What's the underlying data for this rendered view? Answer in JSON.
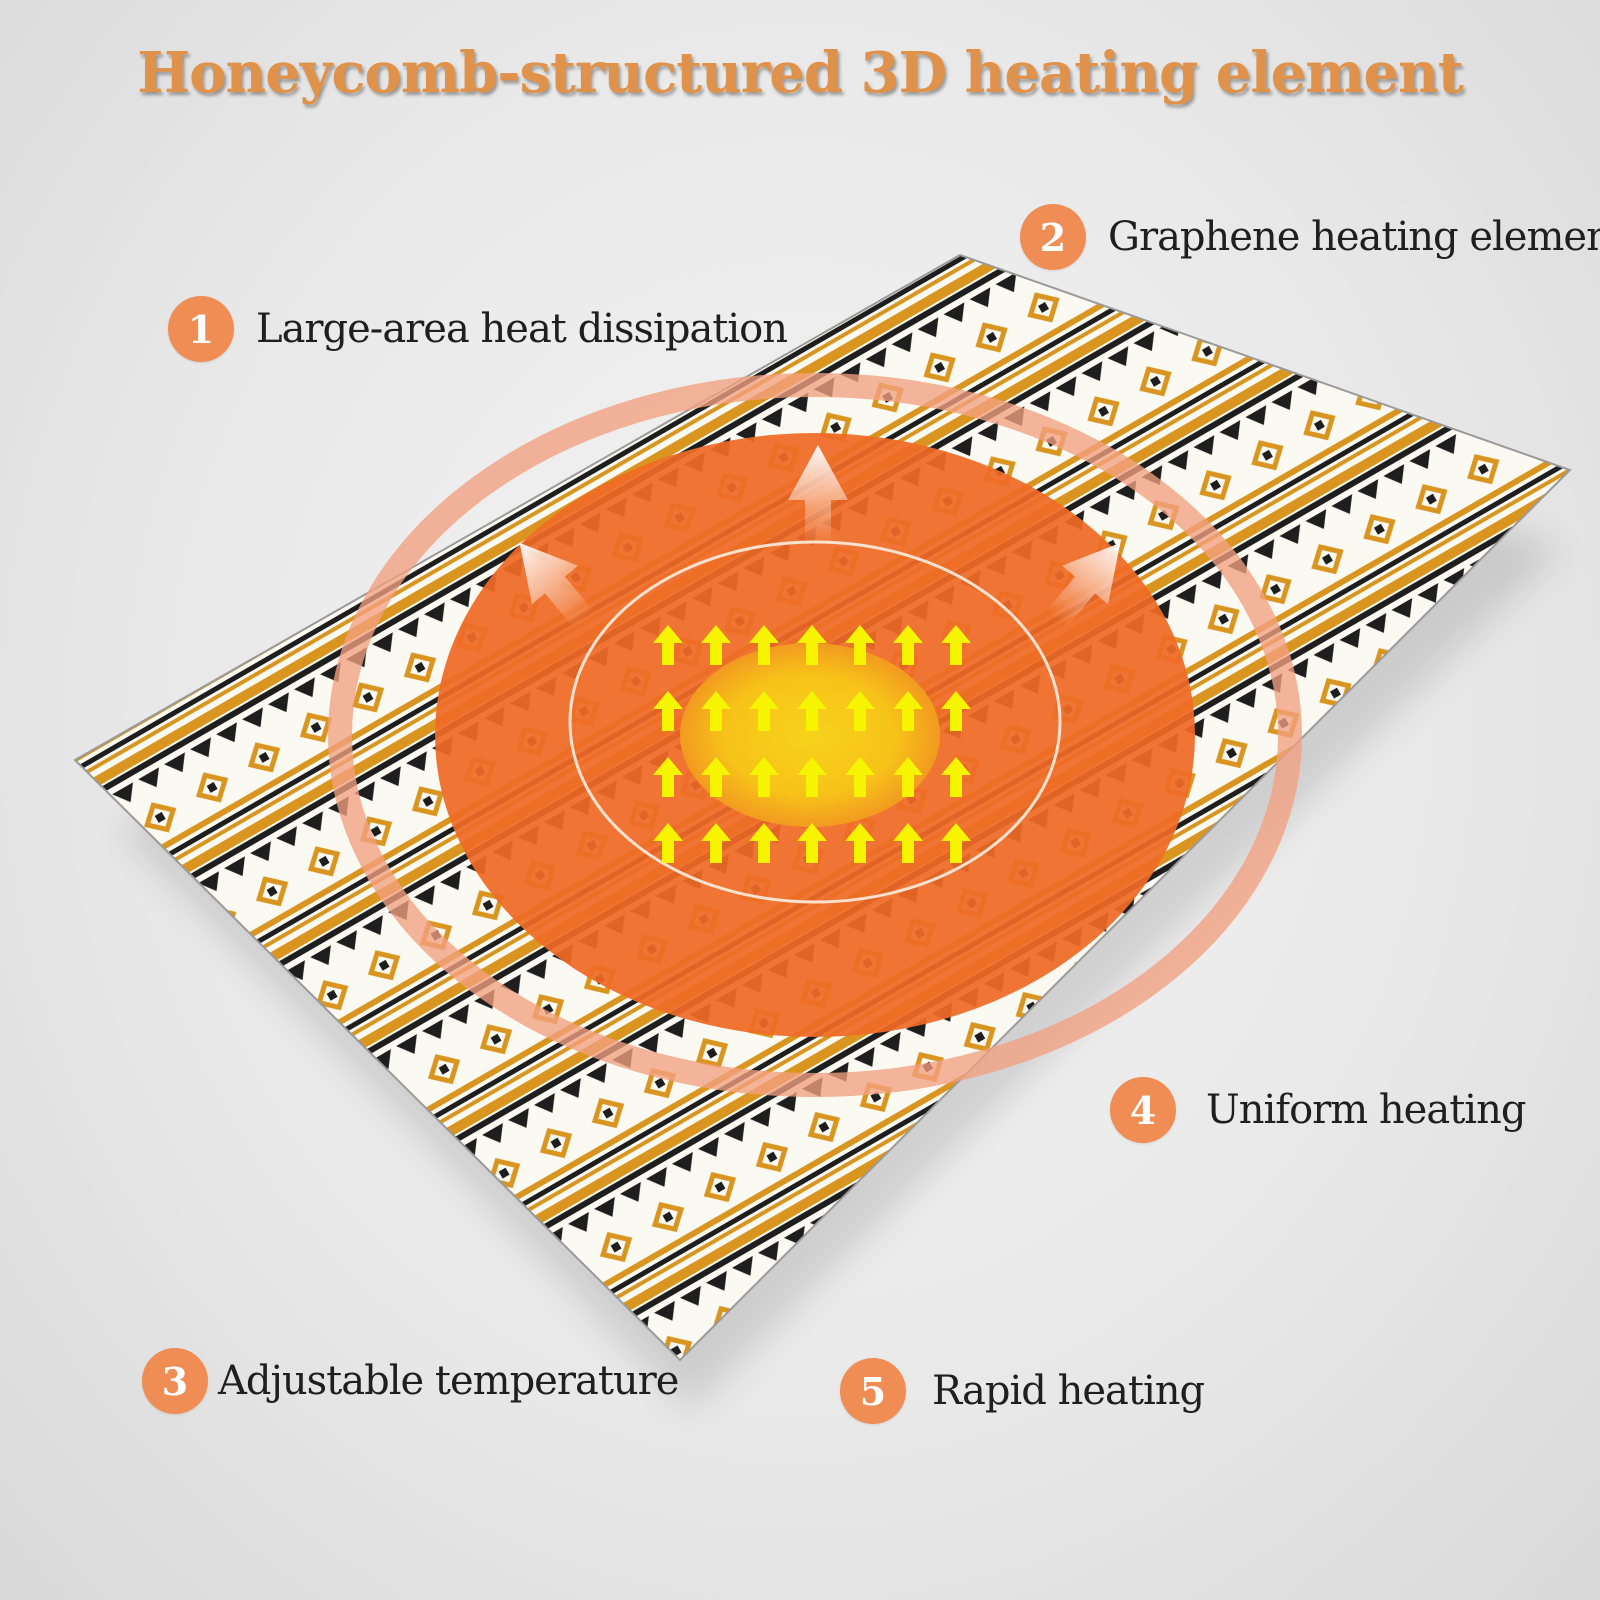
{
  "title": "Honeycomb-structured 3D heating element",
  "features": [
    {
      "number": "1",
      "label": "Large-area heat dissipation"
    },
    {
      "number": "2",
      "label": "Graphene heating element"
    },
    {
      "number": "3",
      "label": "Adjustable temperature"
    },
    {
      "number": "4",
      "label": "Uniform heating"
    },
    {
      "number": "5",
      "label": "Rapid heating"
    }
  ],
  "colors": {
    "title": "#e0924a",
    "badge": "#ef8d55",
    "mat_gold": "#d99520",
    "mat_black": "#1e1e1e",
    "mat_white": "#fafaf2",
    "heat_orange": "#ef6a26",
    "heat_yellow": "#f7c319",
    "arrow_yellow": "#f6f400",
    "ring_pink": "#f2a080"
  }
}
